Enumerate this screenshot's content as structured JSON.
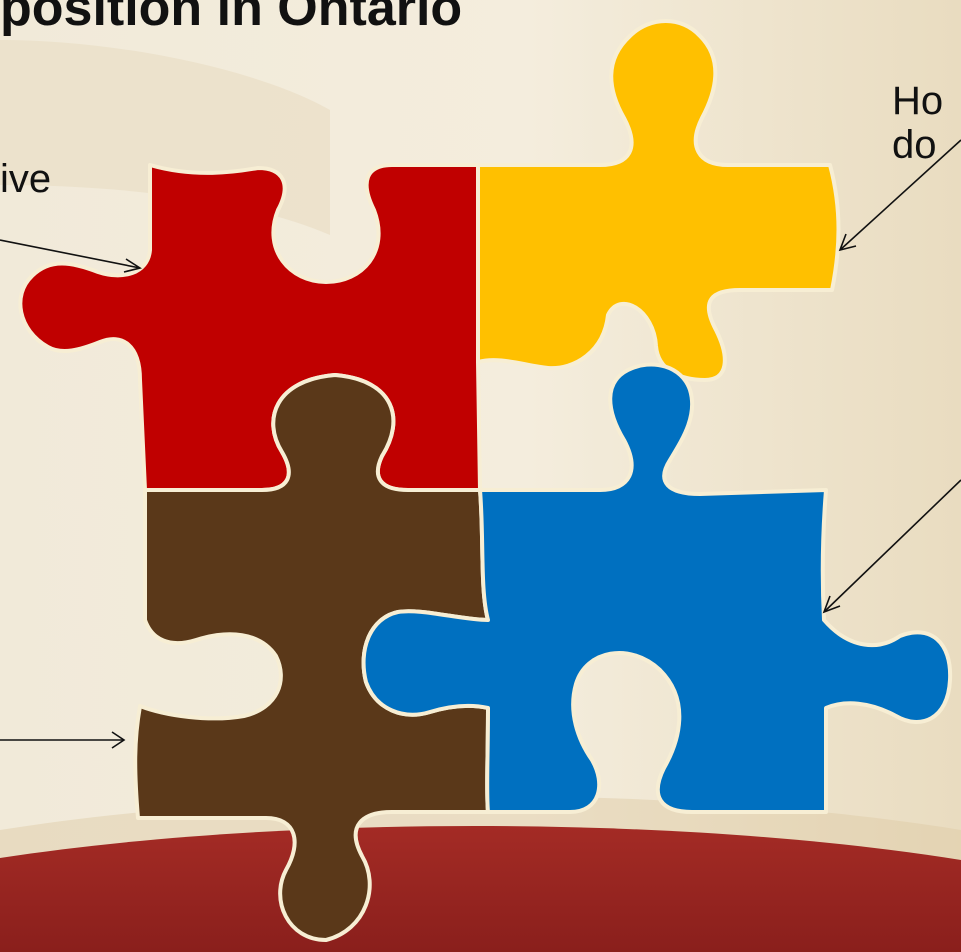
{
  "slide": {
    "title": "position in Ontario",
    "labels": {
      "top_left": "ive",
      "top_right_line1": "Ho",
      "top_right_line2": "do"
    }
  },
  "puzzle": {
    "pieces": [
      {
        "name": "red",
        "color": "#c00000"
      },
      {
        "name": "yellow",
        "color": "#ffc000"
      },
      {
        "name": "brown",
        "color": "#5a3819"
      },
      {
        "name": "blue",
        "color": "#0070c0"
      }
    ]
  },
  "theme": {
    "background": "#f3ecdc",
    "footer_band": "#9b2622"
  }
}
